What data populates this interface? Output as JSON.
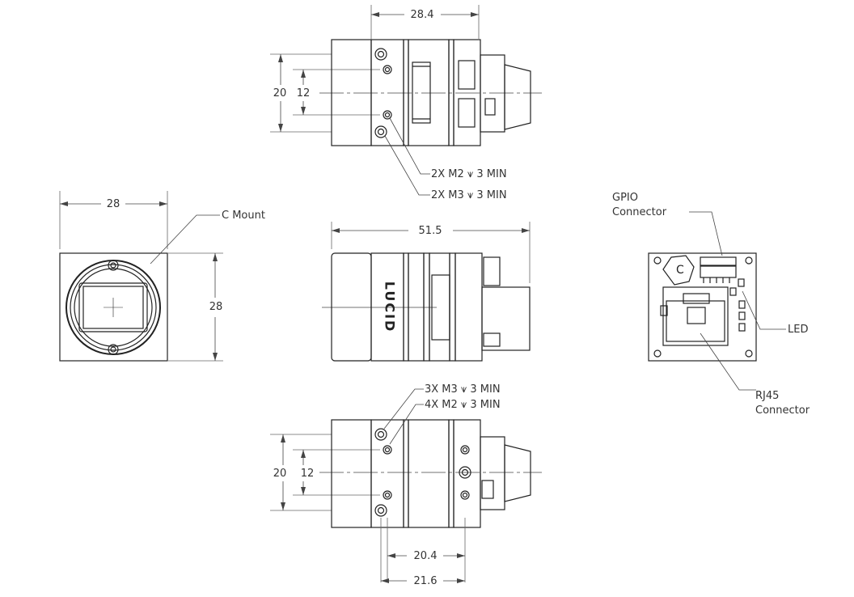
{
  "dimensions": {
    "top_width": "28.4",
    "top_height_outer": "20",
    "top_height_inner": "12",
    "front_width": "28",
    "front_height": "28",
    "side_length": "51.5",
    "bottom_height_outer": "20",
    "bottom_height_inner": "12",
    "bottom_spacing_a": "20.4",
    "bottom_spacing_b": "21.6"
  },
  "callouts": {
    "top_hole_m2": "2X M2 ⩛ 3 MIN",
    "top_hole_m3": "2X M3 ⩛ 3 MIN",
    "bottom_hole_m3": "3X M3 ⩛ 3 MIN",
    "bottom_hole_m2": "4X M2 ⩛ 3 MIN",
    "c_mount": "C Mount",
    "gpio_line1": "GPIO",
    "gpio_line2": "Connector",
    "led": "LED",
    "rj45_line1": "RJ45",
    "rj45_line2": "Connector"
  },
  "branding": {
    "side_logo": "LUCID"
  }
}
